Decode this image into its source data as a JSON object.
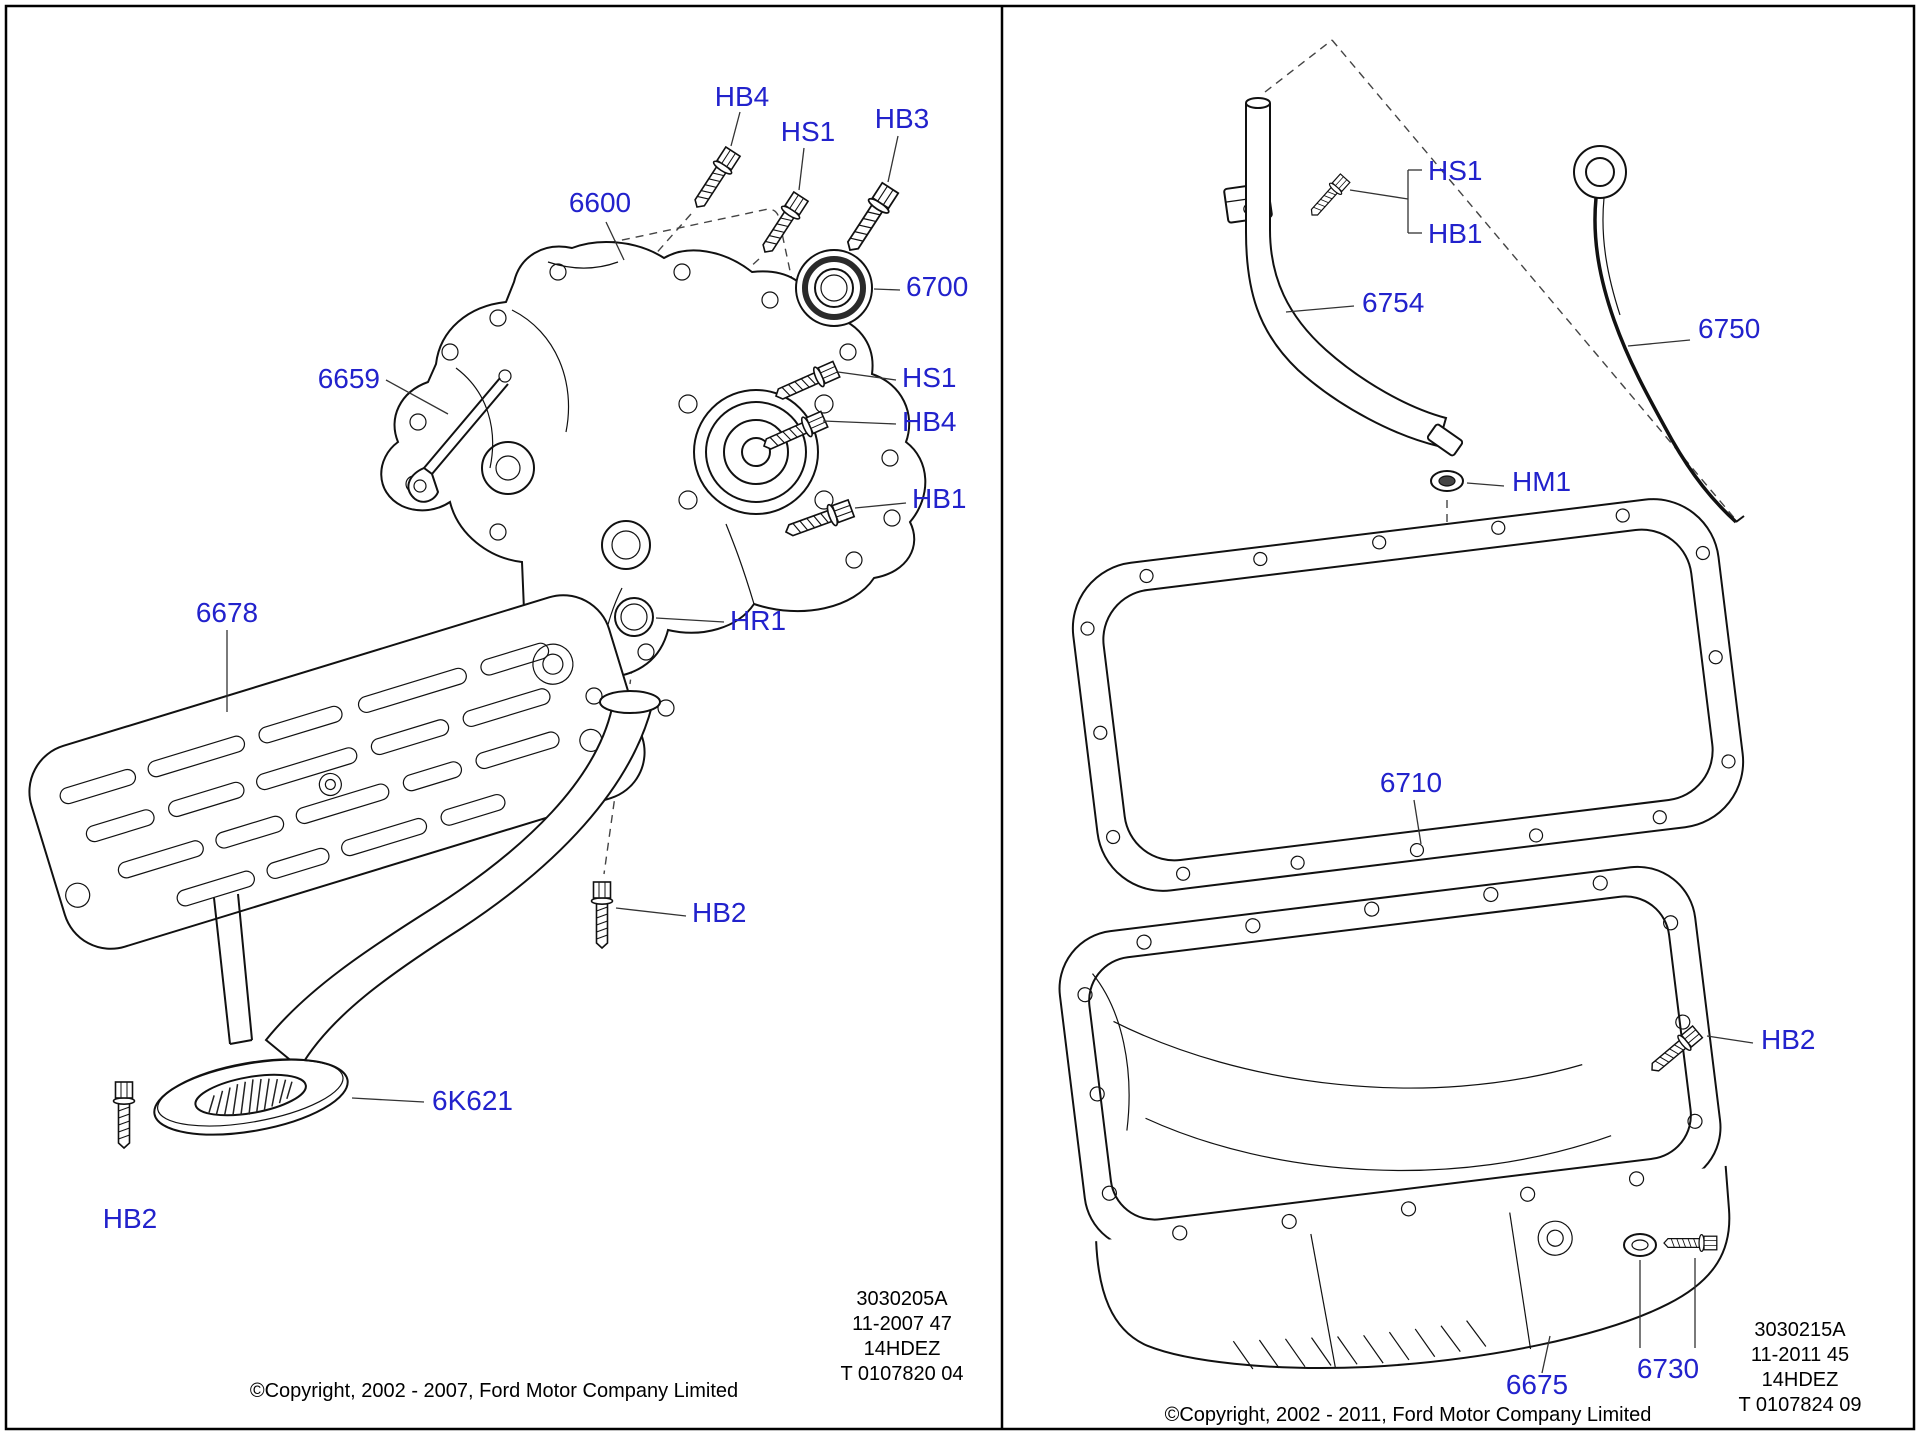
{
  "diagram": {
    "accent_color": "#2222cc",
    "line_color": "#111111"
  },
  "left": {
    "labels": {
      "hb4_top": "HB4",
      "hs1_top": "HS1",
      "hb3": "HB3",
      "p6600": "6600",
      "p6700": "6700",
      "p6659": "6659",
      "hs1_mid": "HS1",
      "hb4_mid": "HB4",
      "hb1": "HB1",
      "hr1": "HR1",
      "p6678": "6678",
      "hb2_mid": "HB2",
      "p6k621": "6K621",
      "hb2_bottom": "HB2"
    },
    "footer": {
      "drawing_no": "3030205A",
      "date_code": "11-2007 47",
      "engine_code": "14HDEZ",
      "ref_code": "T 0107820 04"
    },
    "copyright": "©Copyright, 2002 - 2007, Ford Motor Company Limited"
  },
  "right": {
    "labels": {
      "hs1": "HS1",
      "hb1": "HB1",
      "p6754": "6754",
      "p6750": "6750",
      "hm1": "HM1",
      "p6710": "6710",
      "hb2": "HB2",
      "p6675": "6675",
      "p6730": "6730"
    },
    "footer": {
      "drawing_no": "3030215A",
      "date_code": "11-2011 45",
      "engine_code": "14HDEZ",
      "ref_code": "T 0107824 09"
    },
    "copyright": "©Copyright, 2002 - 2011, Ford Motor Company Limited"
  }
}
